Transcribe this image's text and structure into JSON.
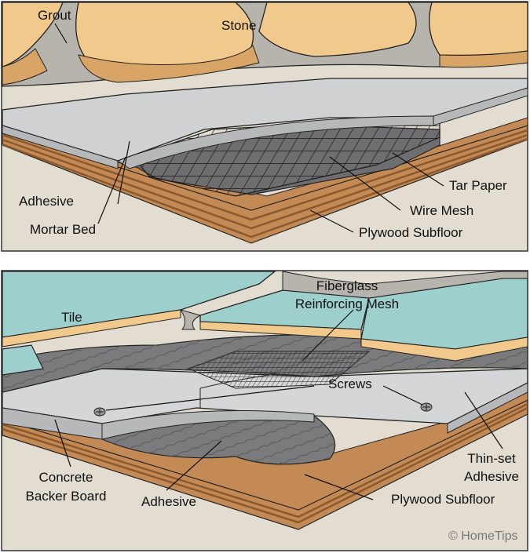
{
  "top_panel": {
    "labels": {
      "grout": "Grout",
      "stone": "Stone",
      "adhesive": "Adhesive",
      "mortar_bed": "Mortar Bed",
      "tar_paper": "Tar Paper",
      "wire_mesh": "Wire Mesh",
      "plywood_subfloor": "Plywood Subfloor"
    }
  },
  "bottom_panel": {
    "labels": {
      "tile": "Tile",
      "fiberglass_line1": "Fiberglass",
      "fiberglass_line2": "Reinforcing Mesh",
      "screws": "Screws",
      "thinset_line1": "Thin-set",
      "thinset_line2": "Adhesive",
      "concrete_line1": "Concrete",
      "concrete_line2": "Backer Board",
      "adhesive": "Adhesive",
      "plywood_subfloor": "Plywood Subfloor"
    }
  },
  "copyright": "© HomeTips",
  "colors": {
    "background": "#e2ddd0",
    "stone": "#f1c98c",
    "stone_dark": "#d8a567",
    "grout": "#b7b4ad",
    "mortar": "#cfd1d3",
    "tar_paper": "#6e6e70",
    "plywood": "#c48a55",
    "plywood_stripe": "#8a5a2e",
    "tile": "#9dcfcc",
    "adhesive": "#7b7b7d",
    "backer_board": "#d4d6d8",
    "panel_border": "#333333"
  }
}
